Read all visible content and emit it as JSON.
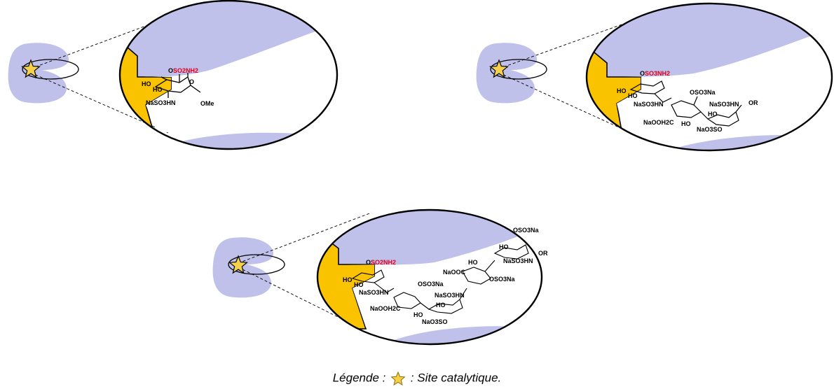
{
  "panels": [
    {
      "labels": {
        "sulfamate_o": "O",
        "sulfamate": "SO2NH2",
        "ho": "HO",
        "ho2": "HO",
        "o_ring": "O",
        "nhso3": "NaSO3HN",
        "ome": "OMe"
      }
    },
    {
      "labels": {
        "sulfamate_o": "O",
        "sulfamate": "SO3NH2",
        "ho": "HO",
        "ho2": "HO",
        "nhso3": "NaSO3HN",
        "oso3na": "OSO3Na",
        "naooc": "NaOOH2C",
        "ho3": "HO",
        "nhso3b": "NaSO3HN",
        "or": "OR",
        "ho4": "HO",
        "naso3o": "NaO3SO"
      }
    },
    {
      "labels": {
        "sulfamate_o": "O",
        "sulfamate": "SO2NH2",
        "ho": "HO",
        "ho2": "HO",
        "nhso3": "NaSO3HN",
        "oso3na": "OSO3Na",
        "naooc": "NaOOH2C",
        "ho3": "HO",
        "naso3o": "NaO3SO",
        "nhso3b": "NaSO3HN",
        "ho4": "HO",
        "naooc2": "NaOOC",
        "ho5": "HO",
        "oso3na2": "OSO3Na",
        "oso3na3": "OSO3Na",
        "ho6": "HO",
        "nhso3c": "NaSO3HN",
        "or": "OR"
      }
    }
  ],
  "legend": {
    "prefix": "Légende : ",
    "suffix": " : Site catalytique."
  },
  "colors": {
    "enzyme": "#bfc1ea",
    "active_site": "#f9c300",
    "star_fill": "#f5d04a",
    "sulfamate": "#e0001b"
  },
  "icons": [
    "star-icon"
  ]
}
